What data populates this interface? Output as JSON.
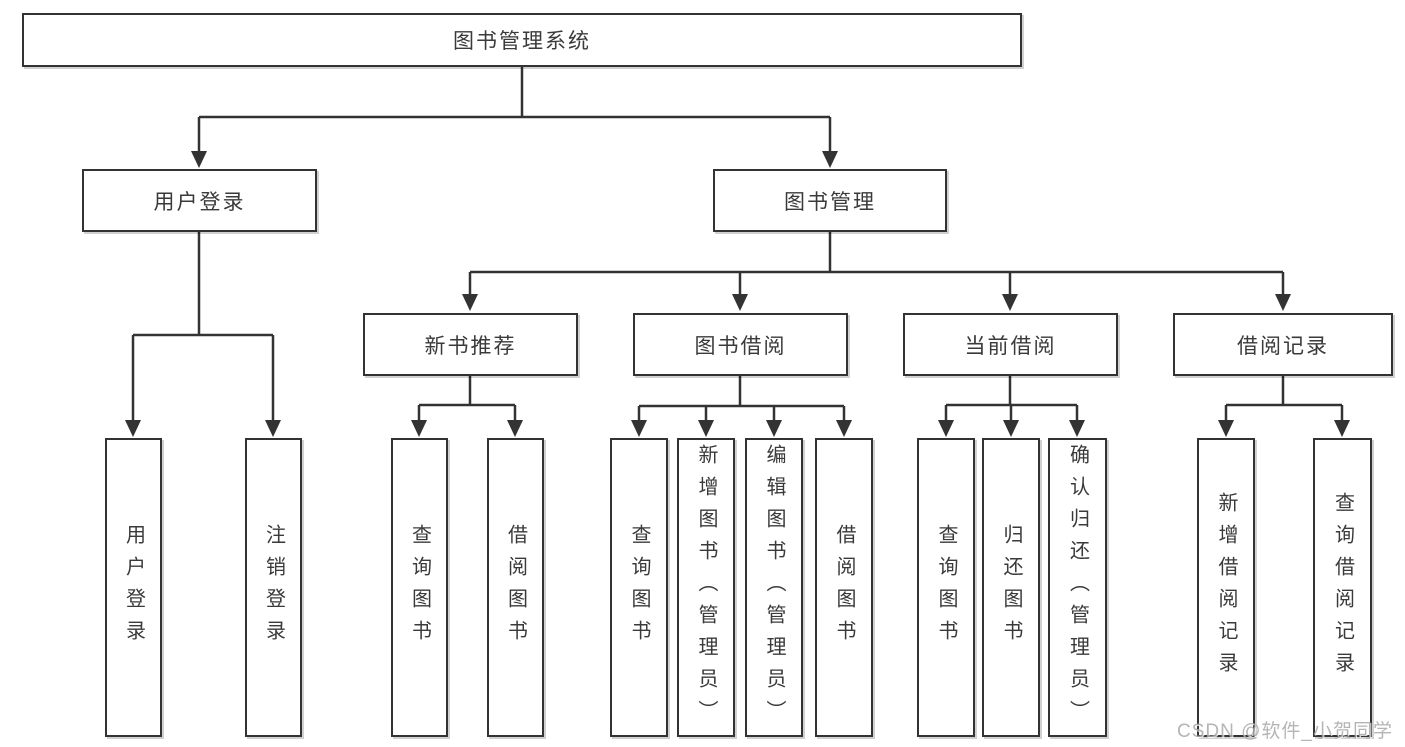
{
  "diagram": {
    "root": {
      "label": "图书管理系统"
    },
    "branches": [
      {
        "label": "用户登录",
        "leaves": [
          "用户登录",
          "注销登录"
        ]
      },
      {
        "label": "图书管理",
        "sections": [
          {
            "label": "新书推荐",
            "leaves": [
              "查询图书",
              "借阅图书"
            ]
          },
          {
            "label": "图书借阅",
            "leaves": [
              "查询图书",
              "新增图书（管理员）",
              "编辑图书（管理员）",
              "借阅图书"
            ]
          },
          {
            "label": "当前借阅",
            "leaves": [
              "查询图书",
              "归还图书",
              "确认归还（管理员）"
            ]
          },
          {
            "label": "借阅记录",
            "leaves": [
              "新增借阅记录",
              "查询借阅记录"
            ]
          }
        ]
      }
    ]
  },
  "watermark": {
    "text": "CSDN @软件_小贺同学"
  },
  "colors": {
    "line": "#333333",
    "box_border": "#333333",
    "text": "#3a3a3a",
    "background": "#ffffff",
    "watermark": "#a9a9a9"
  }
}
